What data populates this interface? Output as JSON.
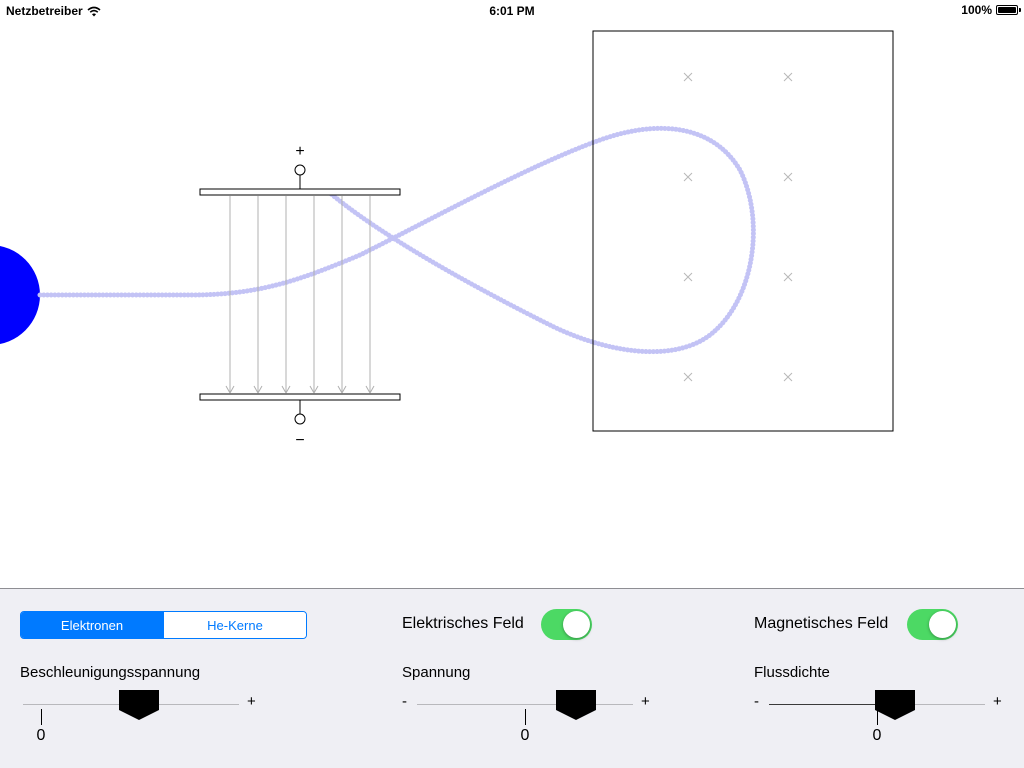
{
  "status_bar": {
    "carrier": "Netzbetreiber",
    "time": "6:01 PM",
    "battery": "100%"
  },
  "simulation": {
    "plus_symbol": "+",
    "minus_symbol": "−",
    "colors": {
      "source": "#0000ff",
      "trajectory": "#c3c3f5"
    }
  },
  "controls": {
    "particle_type": {
      "options": [
        "Elektronen",
        "He-Kerne"
      ],
      "selected": "Elektronen"
    },
    "electric_field": {
      "label": "Elektrisches Feld",
      "on": true
    },
    "magnetic_field": {
      "label": "Magnetisches Feld",
      "on": true
    },
    "acceleration_voltage": {
      "label": "Beschleunigungsspannung",
      "plus": "+",
      "zero": "0"
    },
    "voltage": {
      "label": "Spannung",
      "minus": "-",
      "plus": "+",
      "zero": "0"
    },
    "flux_density": {
      "label": "Flussdichte",
      "minus": "-",
      "plus": "+",
      "zero": "0"
    },
    "colors": {
      "accent": "#007aff",
      "switch_on": "#4cd964",
      "panel_bg": "#efeff4"
    }
  }
}
